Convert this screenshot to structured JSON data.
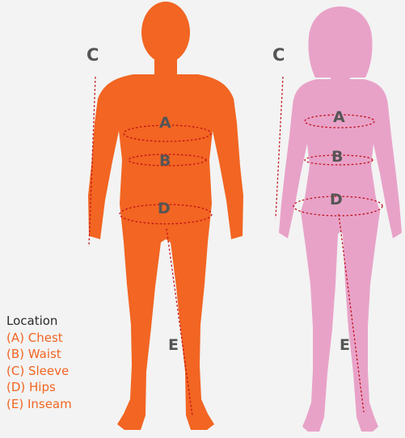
{
  "colors": {
    "male_figure": "#f26522",
    "female_figure": "#e8a2c8",
    "measure_line": "#c0111a",
    "label": "#555555",
    "legend_heading": "#2b2b2b",
    "legend_item": "#f26522",
    "background": "#f3f3f3"
  },
  "figures": {
    "male": {
      "labels": {
        "a": "A",
        "b": "B",
        "c": "C",
        "d": "D",
        "e": "E"
      }
    },
    "female": {
      "labels": {
        "a": "A",
        "b": "B",
        "c": "C",
        "d": "D",
        "e": "E"
      }
    }
  },
  "legend": {
    "heading": "Location",
    "items": [
      "(A) Chest",
      "(B) Waist",
      "(C) Sleeve",
      "(D) Hips",
      "(E) Inseam"
    ]
  }
}
